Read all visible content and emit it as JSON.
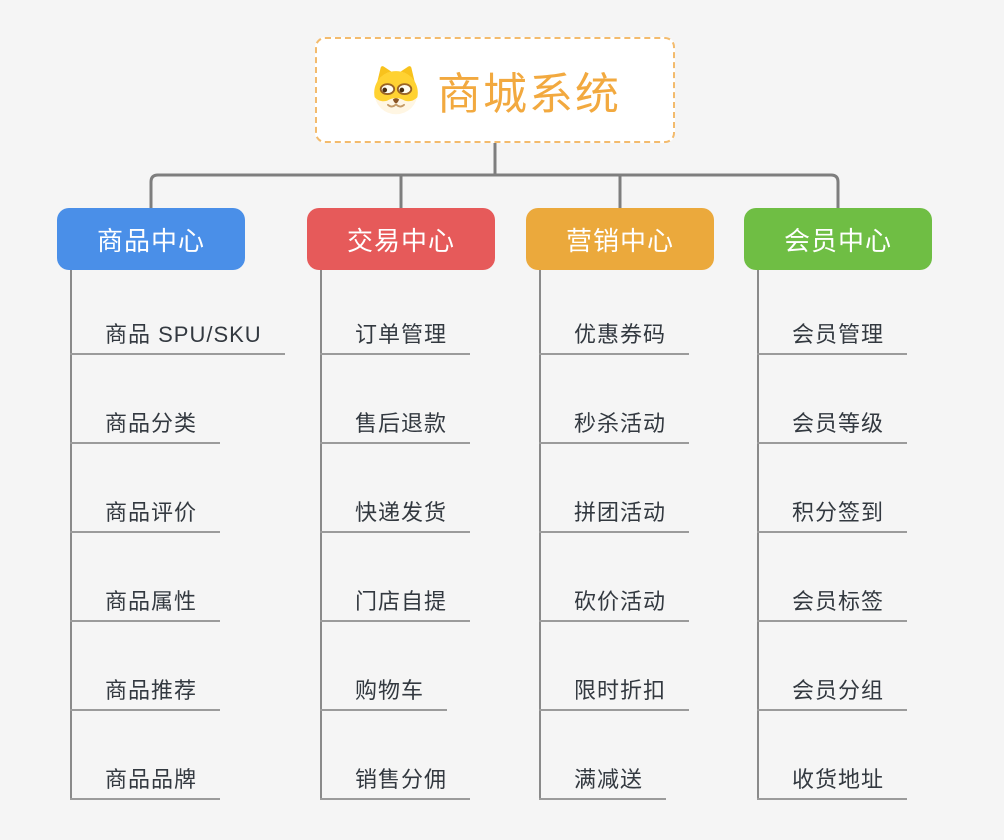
{
  "page": {
    "background": "#f5f5f5"
  },
  "root": {
    "title": "商城系统",
    "icon": "shiba-avatar-icon",
    "title_color": "#f2a93f",
    "border_color": "#f3bb6d"
  },
  "columns": [
    {
      "label": "商品中心",
      "color": "#4a8fe8",
      "items": [
        "商品 SPU/SKU",
        "商品分类",
        "商品评价",
        "商品属性",
        "商品推荐",
        "商品品牌"
      ]
    },
    {
      "label": "交易中心",
      "color": "#e65a5a",
      "items": [
        "订单管理",
        "售后退款",
        "快递发货",
        "门店自提",
        "购物车",
        "销售分佣"
      ]
    },
    {
      "label": "营销中心",
      "color": "#eba93c",
      "items": [
        "优惠券码",
        "秒杀活动",
        "拼团活动",
        "砍价活动",
        "限时折扣",
        "满减送"
      ]
    },
    {
      "label": "会员中心",
      "color": "#6fbe44",
      "items": [
        "会员管理",
        "会员等级",
        "积分签到",
        "会员标签",
        "会员分组",
        "收货地址"
      ]
    }
  ],
  "lines": {
    "connector_color": "#7e7e7e",
    "trunk_color": "#8a8a8a",
    "underline_color": "#9b9b9b"
  }
}
